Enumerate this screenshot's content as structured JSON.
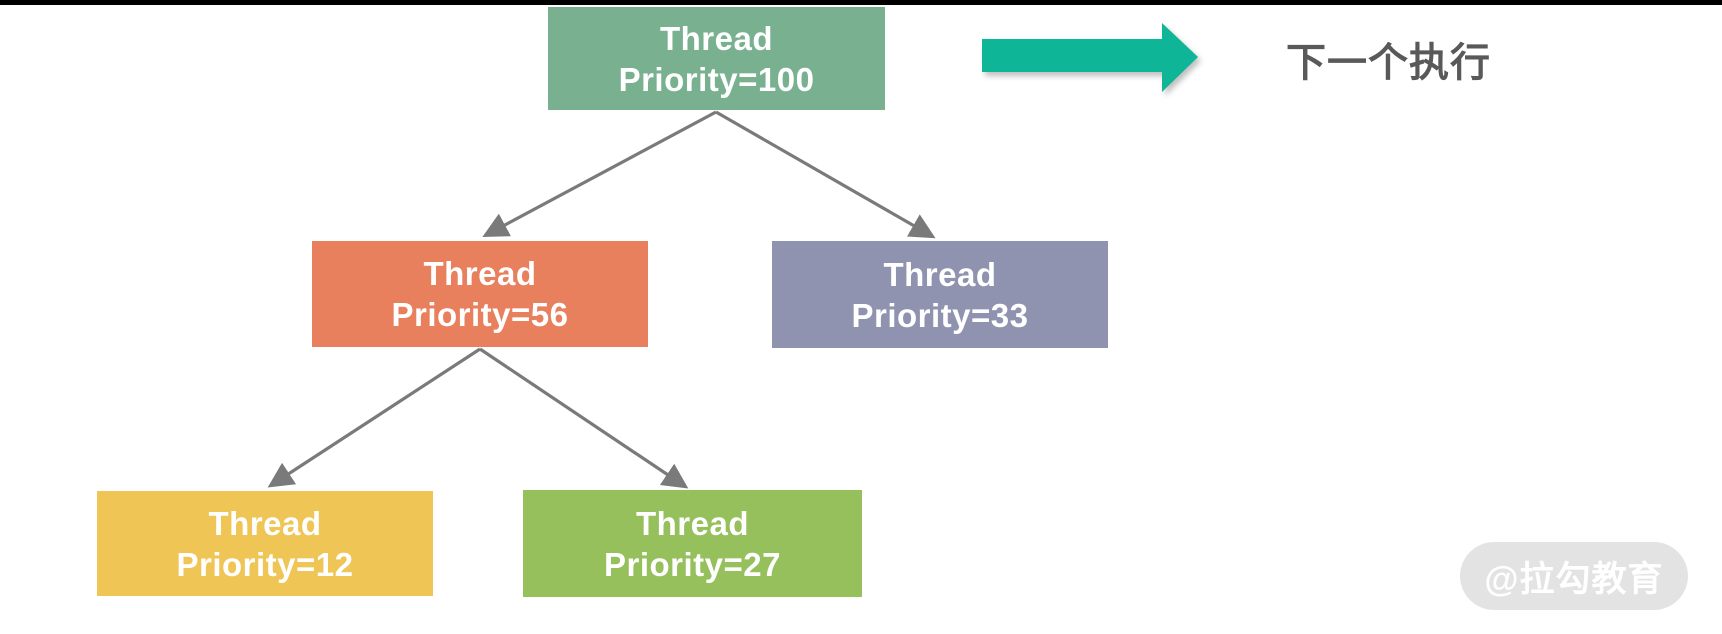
{
  "canvas": {
    "background": "#FFFFFF",
    "top_bar_color": "#000000"
  },
  "tree": {
    "edge_color": "#7A7A7A",
    "nodes": [
      {
        "label_line1": "Thread",
        "label_line2": "Priority=100",
        "fill": "#79B190",
        "text_color": "#FFFFFF"
      },
      {
        "label_line1": "Thread",
        "label_line2": "Priority=56",
        "fill": "#E8805D",
        "text_color": "#FFFFFF"
      },
      {
        "label_line1": "Thread",
        "label_line2": "Priority=33",
        "fill": "#9093B0",
        "text_color": "#FFFFFF"
      },
      {
        "label_line1": "Thread",
        "label_line2": "Priority=12",
        "fill": "#EFC556",
        "text_color": "#FFFFFF"
      },
      {
        "label_line1": "Thread",
        "label_line2": "Priority=27",
        "fill": "#95C05B",
        "text_color": "#FFFFFF"
      }
    ]
  },
  "legend": {
    "arrow_color": "#0EB596",
    "label": "下一个执行",
    "label_color": "#595959"
  },
  "watermark": {
    "text": "@拉勾教育",
    "bg_color": "#E2E2E2",
    "text_color": "#FFFFFF"
  }
}
